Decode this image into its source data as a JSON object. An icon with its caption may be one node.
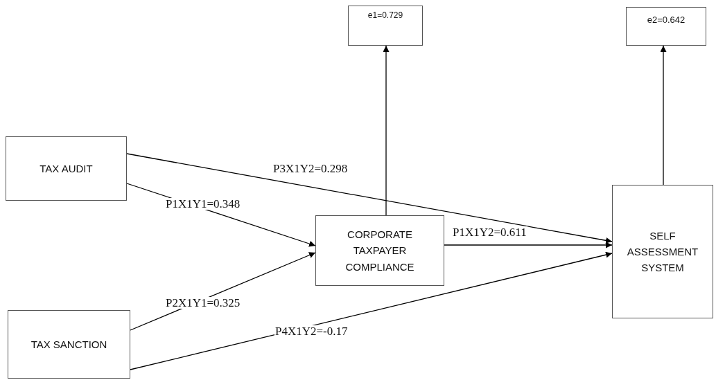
{
  "diagram": {
    "nodes": [
      {
        "text": [
          "e1=0.729"
        ]
      },
      {
        "text": [
          "e2=0.642"
        ]
      },
      {
        "text": [
          "TAX AUDIT"
        ]
      },
      {
        "text": [
          "CORPORATE TAXPAYER COMPLIANCE"
        ]
      },
      {
        "text": [
          "SELF ASSESSMENT SYSTEM"
        ]
      },
      {
        "text": [
          "TAX SANCTION"
        ]
      }
    ],
    "edges": [
      {
        "from": 2,
        "to": 3,
        "arrow": "to",
        "label": "P1X1Y1=0.348"
      },
      {
        "from": 5,
        "to": 3,
        "arrow": "to",
        "label": "P2X1Y1=0.325"
      },
      {
        "from": 2,
        "to": 4,
        "arrow": "to",
        "label": "P3X1Y2=0.298"
      },
      {
        "from": 5,
        "to": 4,
        "arrow": "to",
        "label": "P4X1Y2=-0.17"
      },
      {
        "from": 3,
        "to": 4,
        "arrow": "to",
        "label": "P1X1Y2=0.611"
      },
      {
        "from": 3,
        "to": 0,
        "arrow": "to"
      },
      {
        "from": 4,
        "to": 1,
        "arrow": "to"
      }
    ]
  }
}
